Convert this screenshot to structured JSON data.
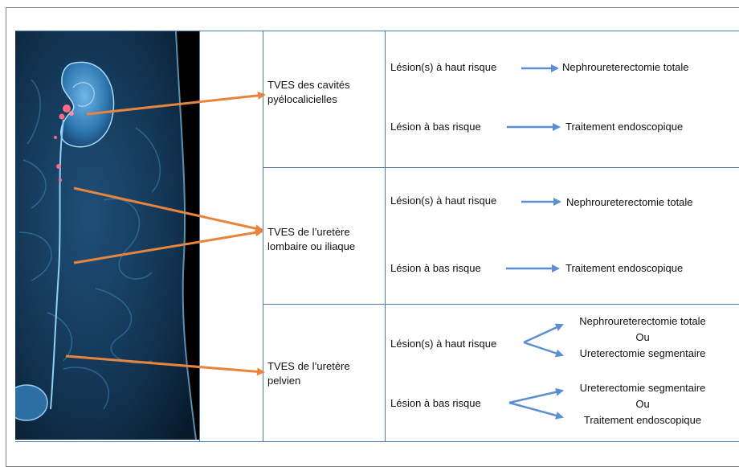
{
  "rows": [
    {
      "location": "TVES des cavités pyélocalicielles",
      "high_risk": {
        "label": "Lésion(s) à haut risque",
        "treatment": "Nephroureterectomie totale"
      },
      "low_risk": {
        "label": "Lésion à bas risque",
        "treatment": "Traitement endoscopique"
      }
    },
    {
      "location": "TVES de l’uretère lombaire ou iliaque",
      "high_risk": {
        "label": "Lésion(s) à haut risque",
        "treatment": "Nephroureterectomie totale"
      },
      "low_risk": {
        "label": "Lésion à bas risque",
        "treatment": "Traitement endoscopique"
      }
    },
    {
      "location": "TVES de l’uretère pelvien",
      "high_risk": {
        "label": "Lésion(s) à haut risque",
        "option_a": "Nephroureterectomie totale",
        "or": "Ou",
        "option_b": "Ureterectomie segmentaire"
      },
      "low_risk": {
        "label": "Lésion à bas risque",
        "option_a": "Ureterectomie segmentaire",
        "or": "Ou",
        "option_b": "Traitement endoscopique"
      }
    }
  ],
  "colors": {
    "pointer_arrow": "#e8843c",
    "flow_arrow": "#5b8fd1",
    "grid_line": "#4a7ab0",
    "xray_background": "#0b2238"
  }
}
